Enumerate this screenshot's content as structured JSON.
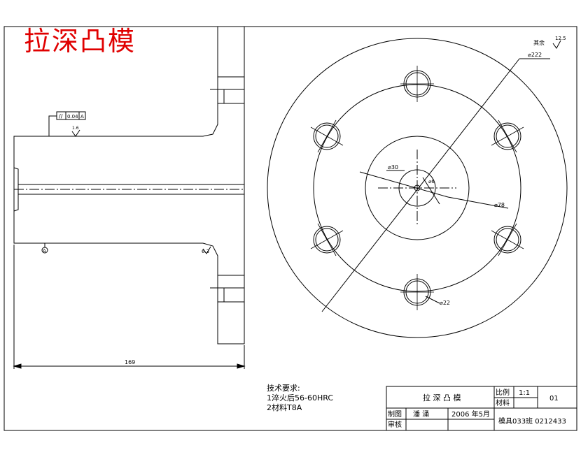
{
  "drawing_title": "拉深凸模",
  "dimensions": {
    "overall_length": "169",
    "flatness_frame": {
      "symbol": "//",
      "value": "0.04",
      "datum": "A"
    },
    "surface_finish_top": "1.6",
    "surface_finish_bottom": "6.3",
    "surface_finish_corner": "12.5",
    "rest_note": "其余",
    "datum_label": "A",
    "dia_outer": "⌀222",
    "dia_30": "⌀30",
    "dia_6": "⌀6",
    "dia_78": "⌀78",
    "dia_22": "⌀22"
  },
  "technical_requirements": {
    "heading": "技术要求:",
    "items": [
      "1淬火后56-60HRC",
      "2材料T8A"
    ]
  },
  "title_block": {
    "part_name": "拉 深 凸 模",
    "scale_label": "比例",
    "scale_value": "1:1",
    "material_label": "材料",
    "sheet_number": "01",
    "drawn_label": "制图",
    "drawn_by": "潘  涌",
    "date": "2006 年5月",
    "checked_label": "审核",
    "class_info": "模具033班  0212433"
  }
}
